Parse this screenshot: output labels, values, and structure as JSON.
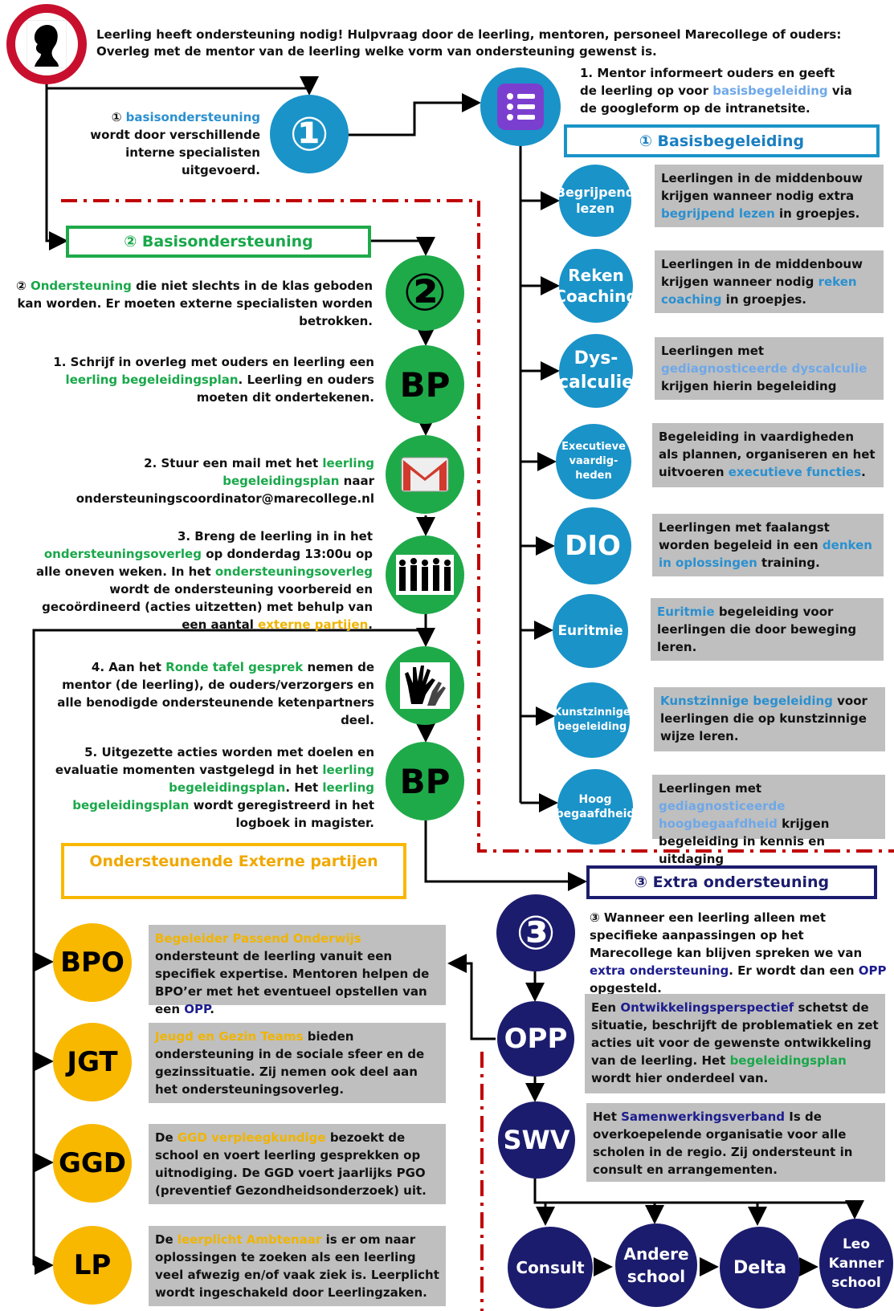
{
  "intro": {
    "line1": "Leerling heeft ondersteuning nodig! Hulpvraag door de leerling, mentoren,  personeel Marecollege of ouders:",
    "line2": "Overleg met de mentor van de leerling welke vorm van ondersteuning gewenst is."
  },
  "level1": {
    "badge": "①",
    "desc_hl": "basisondersteuning",
    "desc_pre": "① ",
    "desc_post": " wordt door verschillende interne specialisten uitgevoerd.",
    "mentor_pre": "1. Mentor informeert ouders en geeft de leerling op voor ",
    "mentor_hl": "basisbegeleiding",
    "mentor_post": " via de googleform op de intranetsite.",
    "header": "① Basisbegeleiding"
  },
  "basis_items": [
    {
      "label": "Begrijpend lezen",
      "pre": "Leerlingen in de middenbouw krijgen wanneer nodig extra ",
      "hl": "begrijpend lezen",
      "post": " in groepjes."
    },
    {
      "label": "Reken Coaching",
      "pre": "Leerlingen in de middenbouw krijgen wanneer nodig ",
      "hl": "reken coaching",
      "post": " in groepjes."
    },
    {
      "label": "Dys-calculie",
      "pre": "Leerlingen met ",
      "hl": "gediagnosticeerde dyscalculie",
      "post": " krijgen hierin begeleiding"
    },
    {
      "label": "Executieve vaardig-heden",
      "pre": "Begeleiding in vaardigheden als plannen, organiseren en het uitvoeren ",
      "hl": "executieve functies",
      "post": "."
    },
    {
      "label": "DIO",
      "pre": "Leerlingen met faalangst worden begeleid in een ",
      "hl": "denken in oplossingen",
      "post": " training."
    },
    {
      "label": "Euritmie",
      "pre": "",
      "hl": "Euritmie",
      "post": " begeleiding voor leerlingen die door beweging leren."
    },
    {
      "label": "Kunstzinnige begeleiding",
      "pre": "",
      "hl": "Kunstzinnige begeleiding",
      "post": " voor leerlingen die op kunstzinnige wijze leren."
    },
    {
      "label": "Hoog begaafdheid",
      "pre": "Leerlingen met ",
      "hl": "gediagnosticeerde hoogbegaafdheid",
      "post": " krijgen begeleiding in kennis en uitdaging"
    }
  ],
  "level2": {
    "header": "② Basisondersteuning",
    "badge": "②",
    "desc_pre": "② ",
    "desc_hl": "Ondersteuning",
    "desc_post": " die niet slechts in de klas geboden kan worden. Er moeten externe specialisten worden betrokken.",
    "bp_label": "BP",
    "step1_pre": "1. Schrijf in overleg met ouders en leerling een ",
    "step1_hl": "leerling begeleidingsplan",
    "step1_post": ". Leerling en ouders moeten dit ondertekenen.",
    "step2_pre": "2. Stuur een mail met het ",
    "step2_hl": "leerling begeleidingsplan",
    "step2_post": " naar ondersteuningscoordinator@marecollege.nl",
    "step3_pre": "3. Breng de leerling in in het ",
    "step3_hl1": "ondersteuningsoverleg",
    "step3_mid": " op donderdag 13:00u op alle oneven weken. In het ",
    "step3_hl2": "ondersteuningsoverleg",
    "step3_mid2": " wordt de ondersteuning voorbereid en gecoördineerd (acties uitzetten) met behulp van een aantal ",
    "step3_hl3": "externe partijen",
    "step3_post": ".",
    "step4_pre": "4. Aan het ",
    "step4_hl": "Ronde tafel gesprek",
    "step4_post": " nemen de mentor (de leerling), de ouders/verzorgers en alle benodigde ondersteunende ketenpartners deel.",
    "step5_pre": "5. Uitgezette acties worden met doelen en evaluatie momenten vastgelegd in het ",
    "step5_hl1": "leerling begeleidingsplan",
    "step5_mid": ". Het ",
    "step5_hl2": "leerling begeleidingsplan",
    "step5_post": " wordt geregistreerd in het logboek in magister."
  },
  "external": {
    "header": "Ondersteunende Externe partijen",
    "items": [
      {
        "label": "BPO",
        "hl": "Begeleider Passend Onderwijs",
        "post": " ondersteunt de leerling vanuit een specifiek expertise. Mentoren helpen de BPO’er met het eventueel opstellen van een ",
        "hl2": "OPP",
        "post2": "."
      },
      {
        "label": "JGT",
        "hl": "Jeugd en Gezin Teams",
        "post": " bieden ondersteuning in de sociale sfeer en de gezinssituatie. Zij nemen ook deel aan het ondersteuningsoverleg.",
        "hl2": "",
        "post2": ""
      },
      {
        "label": "GGD",
        "pre": "De ",
        "hl": "GGD verpleegkundige",
        "post": " bezoekt de school en voert leerling gesprekken op uitnodiging. De GGD voert jaarlijks PGO (preventief Gezondheidsonderzoek) uit.",
        "hl2": "",
        "post2": ""
      },
      {
        "label": "LP",
        "pre": "De ",
        "hl": "leerplicht Ambtenaar",
        "post": " is er om naar oplossingen te zoeken als een leerling veel afwezig en/of vaak ziek is. Leerplicht wordt ingeschakeld door Leerlingzaken.",
        "hl2": "",
        "post2": ""
      }
    ]
  },
  "level3": {
    "header": "③ Extra ondersteuning",
    "badge": "③",
    "desc_a": "③ Wanneer een leerling alleen met specifieke aanpassingen op het Marecollege kan blijven spreken we van ",
    "desc_hl1": "extra ondersteuning",
    "desc_b": ". Er wordt dan een ",
    "desc_hl2": "OPP",
    "desc_c": " opgesteld.",
    "opp_label": "OPP",
    "opp_pre": "Een ",
    "opp_hl": "Ontwikkelingsperspectief",
    "opp_mid": " schetst de situatie, beschrijft de problematiek en zet acties uit voor de gewenste ontwikkeling van de leerling. Het ",
    "opp_hl2": "begeleidingsplan",
    "opp_post": " wordt hier onderdeel van.",
    "swv_label": "SWV",
    "swv_pre": "Het ",
    "swv_hl": "Samenwerkingsverband",
    "swv_post": " Is de overkoepelende organisatie voor alle scholen in de regio. Zij ondersteunt in consult en arrangementen.",
    "outcomes": [
      "Consult",
      "Andere school",
      "Delta",
      "Leo Kanner school"
    ]
  },
  "colors": {
    "blue": "#1a93c8",
    "green": "#1faa4a",
    "navy": "#1c1c6e",
    "yellow": "#f8b800",
    "red_dash": "#c00000"
  }
}
